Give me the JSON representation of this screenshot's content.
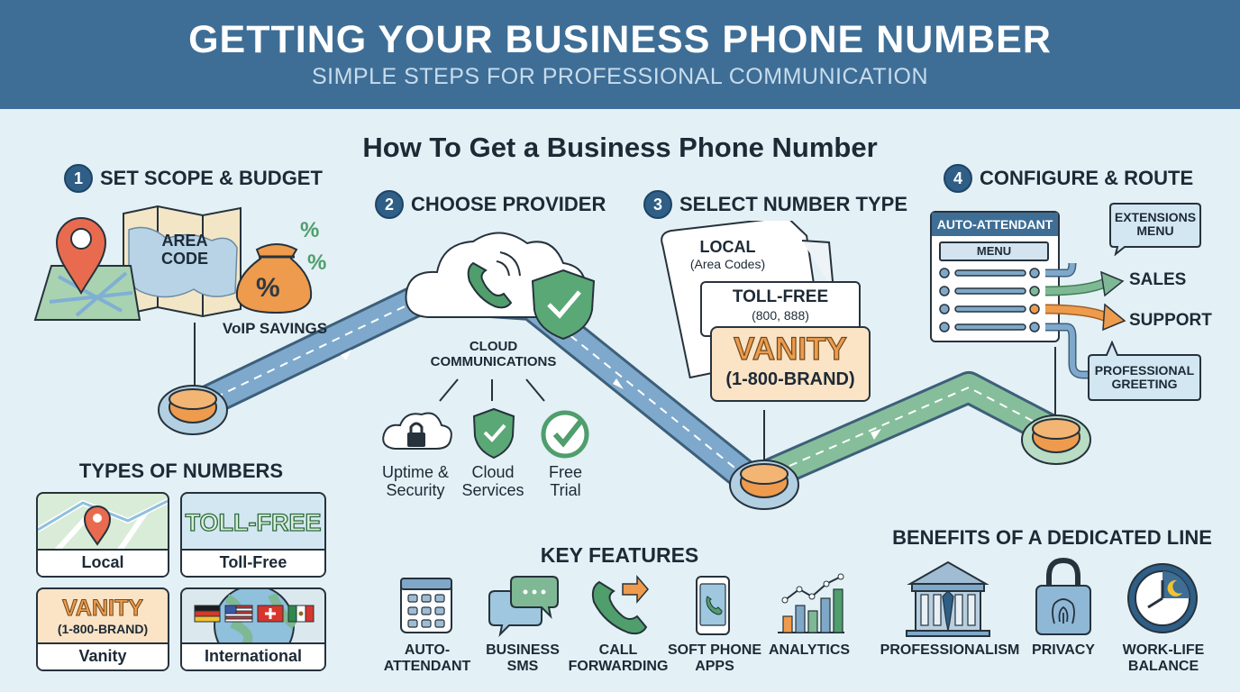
{
  "header": {
    "title": "GETTING YOUR BUSINESS PHONE NUMBER",
    "subtitle": "SIMPLE STEPS FOR PROFESSIONAL COMMUNICATION"
  },
  "section_title": "How To Get a Business Phone Number",
  "steps": [
    {
      "number": "1",
      "title": "SET SCOPE & BUDGET"
    },
    {
      "number": "2",
      "title": "CHOOSE PROVIDER"
    },
    {
      "number": "3",
      "title": "SELECT NUMBER TYPE"
    },
    {
      "number": "4",
      "title": "CONFIGURE & ROUTE"
    }
  ],
  "step1": {
    "map_label": "AREA\nCODE",
    "savings_label": "VoIP SAVINGS",
    "bag_symbol": "%"
  },
  "step2": {
    "cloud_label": "CLOUD\nCOMMUNICATIONS",
    "items": [
      {
        "label": "Uptime &\nSecurity",
        "icon": "cloud-lock-icon"
      },
      {
        "label": "Cloud\nServices",
        "icon": "shield-check-icon"
      },
      {
        "label": "Free\nTrial",
        "icon": "check-circle-icon"
      }
    ]
  },
  "step3": {
    "local_title": "LOCAL",
    "local_sub": "(Area Codes)",
    "tollfree_title": "TOLL-FREE",
    "tollfree_sub": "(800, 888)",
    "vanity_title": "VANITY",
    "vanity_sub": "(1-800-BRAND)"
  },
  "step4": {
    "panel_title": "AUTO-ATTENDANT",
    "menu_label": "MENU",
    "routes": {
      "extensions": "EXTENSIONS\nMENU",
      "sales": "SALES",
      "support": "SUPPORT",
      "greeting": "PROFESSIONAL\nGREETING"
    }
  },
  "types_of_numbers": {
    "title": "TYPES OF NUMBERS",
    "cards": [
      {
        "label": "Local",
        "icon": "map-pin-icon"
      },
      {
        "label": "Toll-Free",
        "banner": "TOLL-FREE"
      },
      {
        "label": "Vanity",
        "banner": "VANITY",
        "banner_sub": "(1-800-BRAND)"
      },
      {
        "label": "International",
        "icon": "globe-flags-icon"
      }
    ]
  },
  "key_features": {
    "title": "KEY FEATURES",
    "items": [
      {
        "label": "AUTO-\nATTENDANT",
        "icon": "keypad-icon"
      },
      {
        "label": "BUSINESS\nSMS",
        "icon": "chat-bubbles-icon"
      },
      {
        "label": "CALL\nFORWARDING",
        "icon": "phone-forward-icon"
      },
      {
        "label": "SOFT PHONE\nAPPS",
        "icon": "smartphone-icon"
      },
      {
        "label": "ANALYTICS",
        "icon": "bar-chart-icon"
      }
    ]
  },
  "benefits": {
    "title": "BENEFITS OF A DEDICATED LINE",
    "items": [
      {
        "label": "PROFESSIONALISM",
        "icon": "bank-building-icon"
      },
      {
        "label": "PRIVACY",
        "icon": "fingerprint-lock-icon"
      },
      {
        "label": "WORK-LIFE\nBALANCE",
        "icon": "clock-moon-icon"
      }
    ]
  },
  "colors": {
    "header_bg": "#3e6e96",
    "background": "#e3f0f5",
    "path_blue": "#6f9fc4",
    "path_green": "#7fb894",
    "accent_orange": "#ee9b4d",
    "accent_green": "#4f9e6c"
  }
}
